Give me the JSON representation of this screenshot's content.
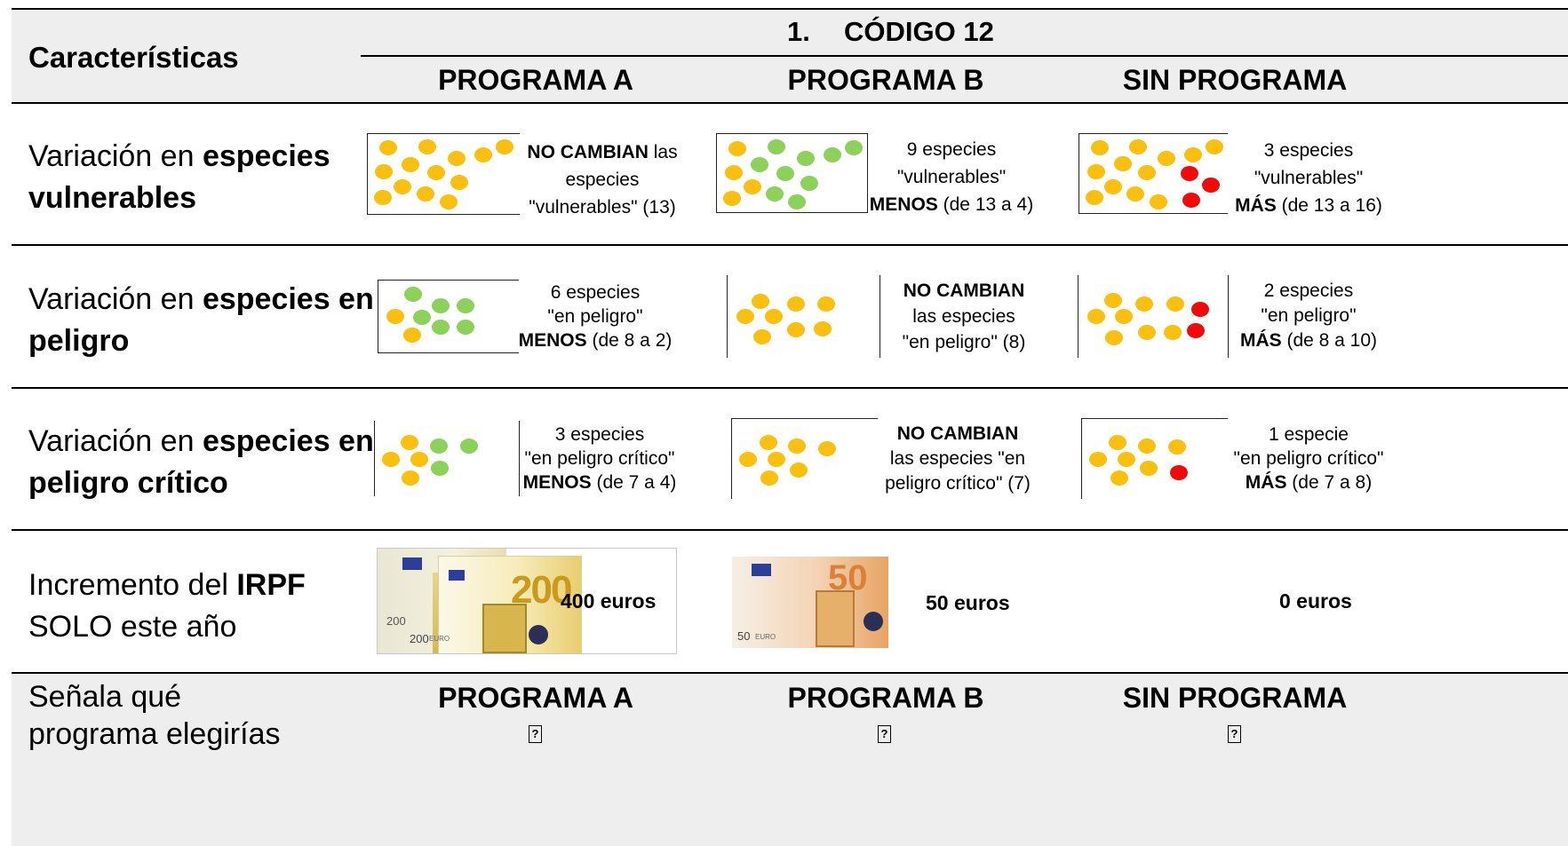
{
  "header": {
    "characteristics_label": "Características",
    "code_number": "1.",
    "code_label": "CÓDIGO 12",
    "columns": [
      "PROGRAMA A",
      "PROGRAMA B",
      "SIN PROGRAMA"
    ]
  },
  "rows": [
    {
      "label_plain": "Variación en ",
      "label_bold": "especies vulnerables",
      "cells": [
        {
          "line1_bold": "NO CAMBIAN",
          "line1_rest": " las",
          "line2": "especies",
          "line3_bold": "",
          "line3_rest": "\"vulnerables\" (13)"
        },
        {
          "line1_bold": "",
          "line1_rest": "9 especies",
          "line2": "\"vulnerables\"",
          "line3_bold": "MENOS",
          "line3_rest": " (de 13 a 4)"
        },
        {
          "line1_bold": "",
          "line1_rest": "3 especies",
          "line2": "\"vulnerables\"",
          "line3_bold": "MÁS",
          "line3_rest": " (de 13 a 16)"
        }
      ]
    },
    {
      "label_plain": "Variación en ",
      "label_bold": "especies en peligro",
      "cells": [
        {
          "line1_bold": "",
          "line1_rest": "6 especies",
          "line2": "\"en peligro\"",
          "line3_bold": "MENOS",
          "line3_rest": " (de 8 a 2)"
        },
        {
          "line1_bold": "NO CAMBIAN",
          "line1_rest": "",
          "line2": "las especies",
          "line3_bold": "",
          "line3_rest": "\"en peligro\" (8)"
        },
        {
          "line1_bold": "",
          "line1_rest": "2 especies",
          "line2": "\"en peligro\"",
          "line3_bold": "MÁS",
          "line3_rest": " (de 8 a 10)"
        }
      ]
    },
    {
      "label_plain": "Variación en ",
      "label_bold": "especies en peligro crítico",
      "cells": [
        {
          "line1_bold": "",
          "line1_rest": "3 especies",
          "line2": "\"en peligro crítico\"",
          "line3_bold": "MENOS",
          "line3_rest": " (de 7 a 4)"
        },
        {
          "line1_bold": "NO CAMBIAN",
          "line1_rest": "",
          "line2": "las especies \"en",
          "line3_bold": "",
          "line3_rest": "peligro crítico\" (7)"
        },
        {
          "line1_bold": "",
          "line1_rest": "1 especie",
          "line2": "\"en peligro crítico\"",
          "line3_bold": "MÁS",
          "line3_rest": " (de 7 a 8)"
        }
      ]
    },
    {
      "label_plain_1": "Incremento del ",
      "label_bold": "IRPF",
      "label_plain_2": "SOLO este año",
      "amounts": [
        "400 euros",
        "50 euros",
        "0 euros"
      ],
      "banknotes": {
        "a_back": "200",
        "a_front": "200",
        "a_corner": "200",
        "a_bottom": "200",
        "a_word": "EURO",
        "b_value": "50",
        "b_corner": "50",
        "b_word": "EURO"
      }
    }
  ],
  "footer": {
    "label": "Señala qué programa elegirías",
    "options": [
      "PROGRAMA A",
      "PROGRAMA B",
      "SIN PROGRAMA"
    ],
    "checkbox_glyph": "?"
  },
  "colors": {
    "orange": "#fbbf0f",
    "green": "#8bd15a",
    "red": "#f00a0a",
    "header_gray": "#eeeeee"
  }
}
